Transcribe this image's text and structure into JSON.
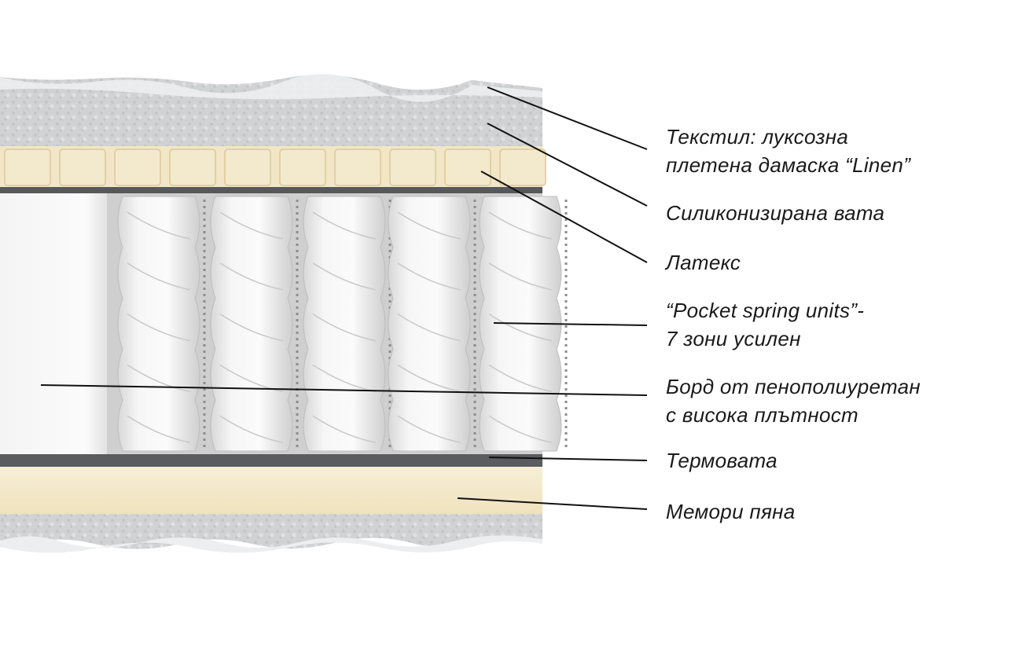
{
  "diagram": {
    "colors": {
      "fiber": "#d3d4d6",
      "latex": "#f1e6c6",
      "foam": "#f4eacb",
      "board": "#f7f7f7",
      "felt": "#56585b",
      "spring": "#ececec",
      "leader": "#111111"
    },
    "labels": [
      {
        "id": "textile",
        "lines": [
          "Текстил: луксозна",
          "плетена дамаска “Linen”"
        ]
      },
      {
        "id": "silicone-wadding",
        "lines": [
          "Силиконизирана вата"
        ]
      },
      {
        "id": "latex",
        "lines": [
          "Латекс"
        ]
      },
      {
        "id": "pocket-springs",
        "lines": [
          "“Pocket spring units”-",
          "7 зони усилен"
        ]
      },
      {
        "id": "foam-board",
        "lines": [
          "Борд от пенополиуретан",
          "с висока плътност"
        ]
      },
      {
        "id": "thermo-felt",
        "lines": [
          "Термовата"
        ]
      },
      {
        "id": "memory-foam",
        "lines": [
          "Мемори пяна"
        ]
      }
    ]
  }
}
